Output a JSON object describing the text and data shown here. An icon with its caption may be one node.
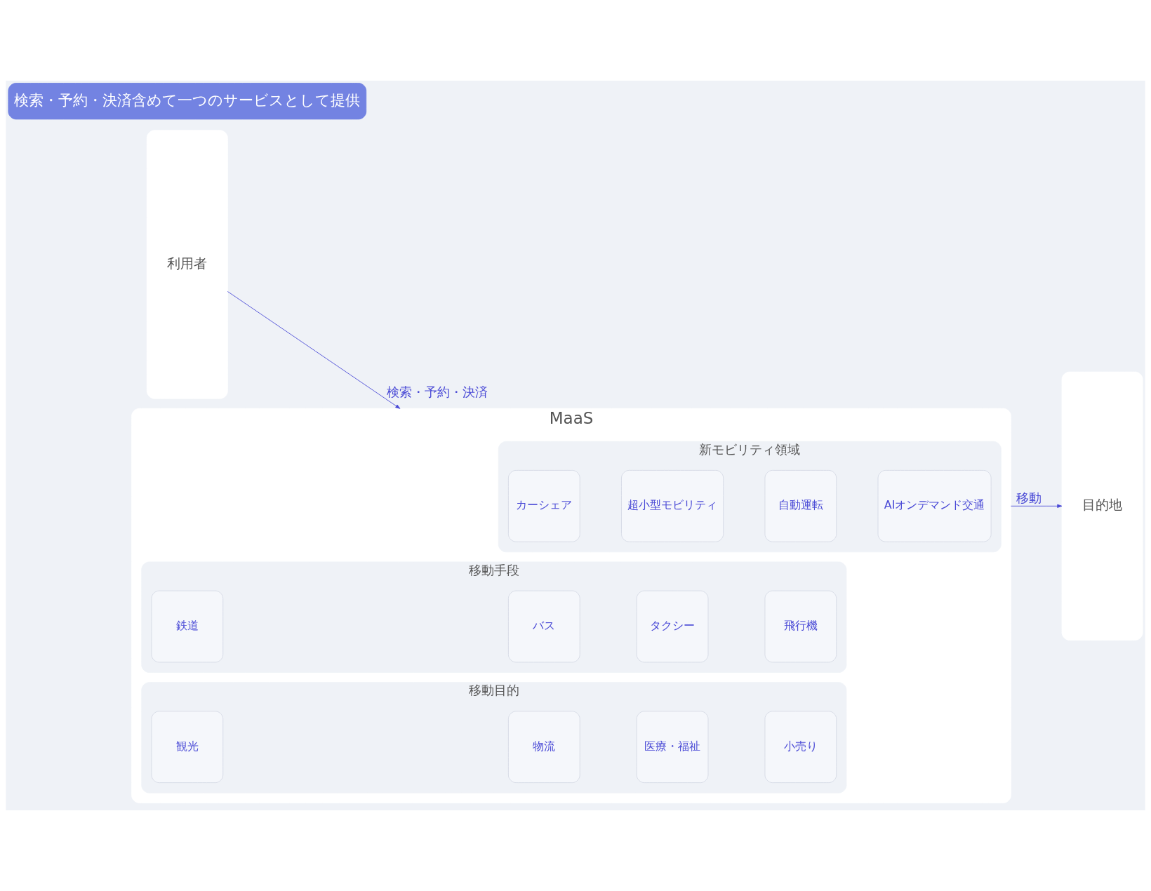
{
  "diagram": {
    "nodes": [
      {
        "text": [
          "利用者"
        ]
      },
      {
        "text": [
          "MaaS"
        ]
      },
      {
        "text": [
          "移動手段"
        ],
        "in": 1
      },
      {
        "text": [
          "鉄道"
        ],
        "in": 2
      },
      {
        "text": [
          "バス"
        ],
        "in": 2
      },
      {
        "text": [
          "タクシー"
        ],
        "in": 2
      },
      {
        "text": [
          "飛行機"
        ],
        "in": 2
      },
      {
        "text": [
          "新モビリティ領域"
        ],
        "in": 1
      },
      {
        "text": [
          "カーシェア"
        ],
        "in": 7
      },
      {
        "text": [
          "超小型モビリティ"
        ],
        "in": 7
      },
      {
        "text": [
          "自動運転"
        ],
        "in": 7
      },
      {
        "text": [
          "AIオンデマンド交通"
        ],
        "in": 7
      },
      {
        "text": [
          "移動目的"
        ],
        "in": 1
      },
      {
        "text": [
          "観光"
        ],
        "in": 12
      },
      {
        "text": [
          "物流"
        ],
        "in": 12
      },
      {
        "text": [
          "医療・福祉"
        ],
        "in": 12
      },
      {
        "text": [
          "小売り"
        ],
        "in": 12
      },
      {
        "text": [
          "目的地"
        ]
      },
      {
        "text": [
          "検索・予約・決済含めて一つのサービスとして提供"
        ]
      }
    ],
    "edges": [
      {
        "from": 0,
        "to": 1,
        "arrow": "to",
        "label": "検索・予約・決済"
      },
      {
        "from": 1,
        "to": 17,
        "arrow": "to",
        "label": "移動"
      }
    ]
  }
}
